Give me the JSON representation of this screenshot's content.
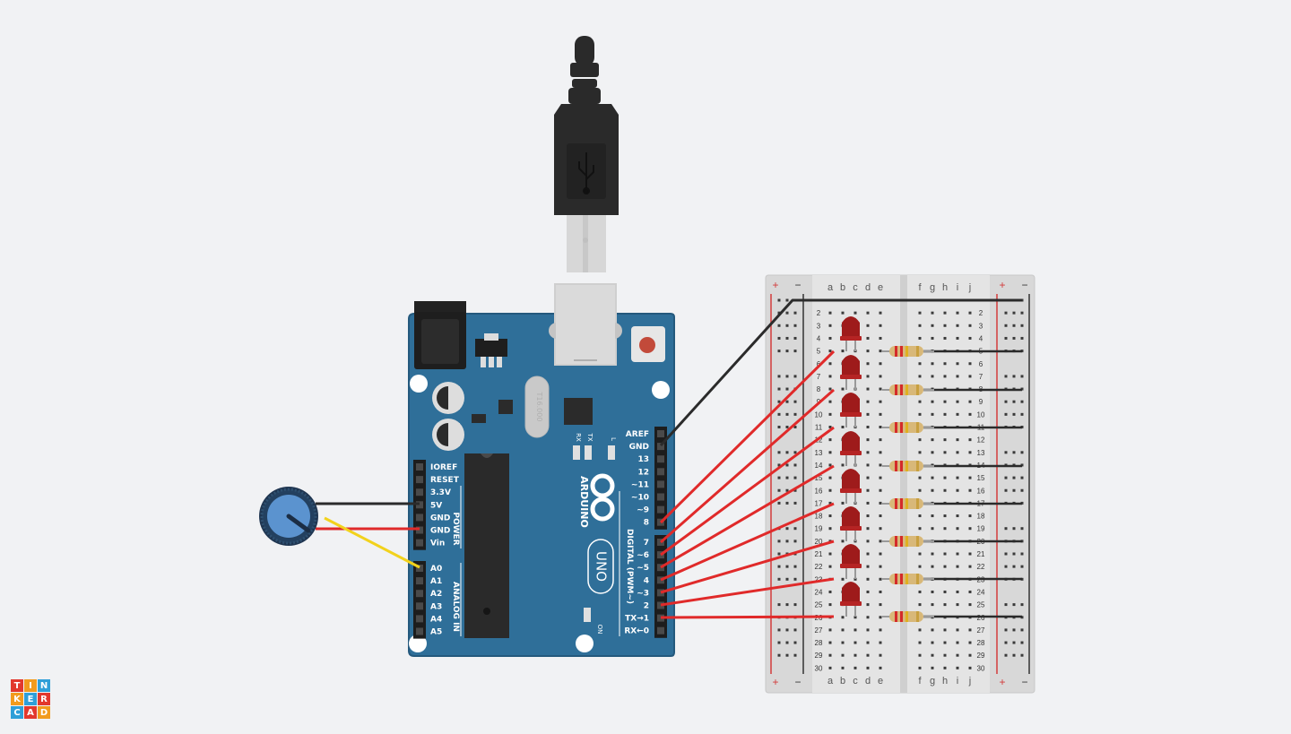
{
  "app": {
    "logo_letters": [
      "T",
      "I",
      "N",
      "K",
      "E",
      "R",
      "C",
      "A",
      "D"
    ],
    "logo_colors": [
      "#e2382d",
      "#f29b1d",
      "#2f9fd8",
      "#f29b1d",
      "#2f9fd8",
      "#e2382d",
      "#2f9fd8",
      "#e2382d",
      "#f29b1d"
    ]
  },
  "arduino": {
    "brand": "ARDUINO",
    "model": "UNO",
    "crystal_text": "T16.000",
    "digital_label": "DIGITAL (PWM~)",
    "power_label": "POWER",
    "analog_label": "ANALOG IN",
    "on_label": "ON",
    "led_labels": [
      "RX",
      "TX",
      "L"
    ],
    "top_pins": [
      "AREF",
      "GND",
      "13",
      "12",
      "~11",
      "~10",
      "~9",
      "8"
    ],
    "bottom_pins": [
      "7",
      "~6",
      "~5",
      "4",
      "~3",
      "2",
      "TX→1",
      "RX←0"
    ],
    "power_pins": [
      "IOREF",
      "RESET",
      "3.3V",
      "5V",
      "GND",
      "GND",
      "Vin"
    ],
    "analog_pins": [
      "A0",
      "A1",
      "A2",
      "A3",
      "A4",
      "A5"
    ],
    "colors": {
      "board": "#2f6f99",
      "board_edge": "#24597d"
    }
  },
  "breadboard": {
    "rail_plus": "+",
    "rail_minus": "−",
    "cols_left": [
      "a",
      "b",
      "c",
      "d",
      "e"
    ],
    "cols_right": [
      "f",
      "g",
      "h",
      "i",
      "j"
    ],
    "row_count": 30
  },
  "circuit": {
    "led_count": 8,
    "resistor_count": 8,
    "wire_colors": {
      "signal": "#e02a2a",
      "ground": "#2b2b2b",
      "analog": "#f2d21c"
    }
  }
}
